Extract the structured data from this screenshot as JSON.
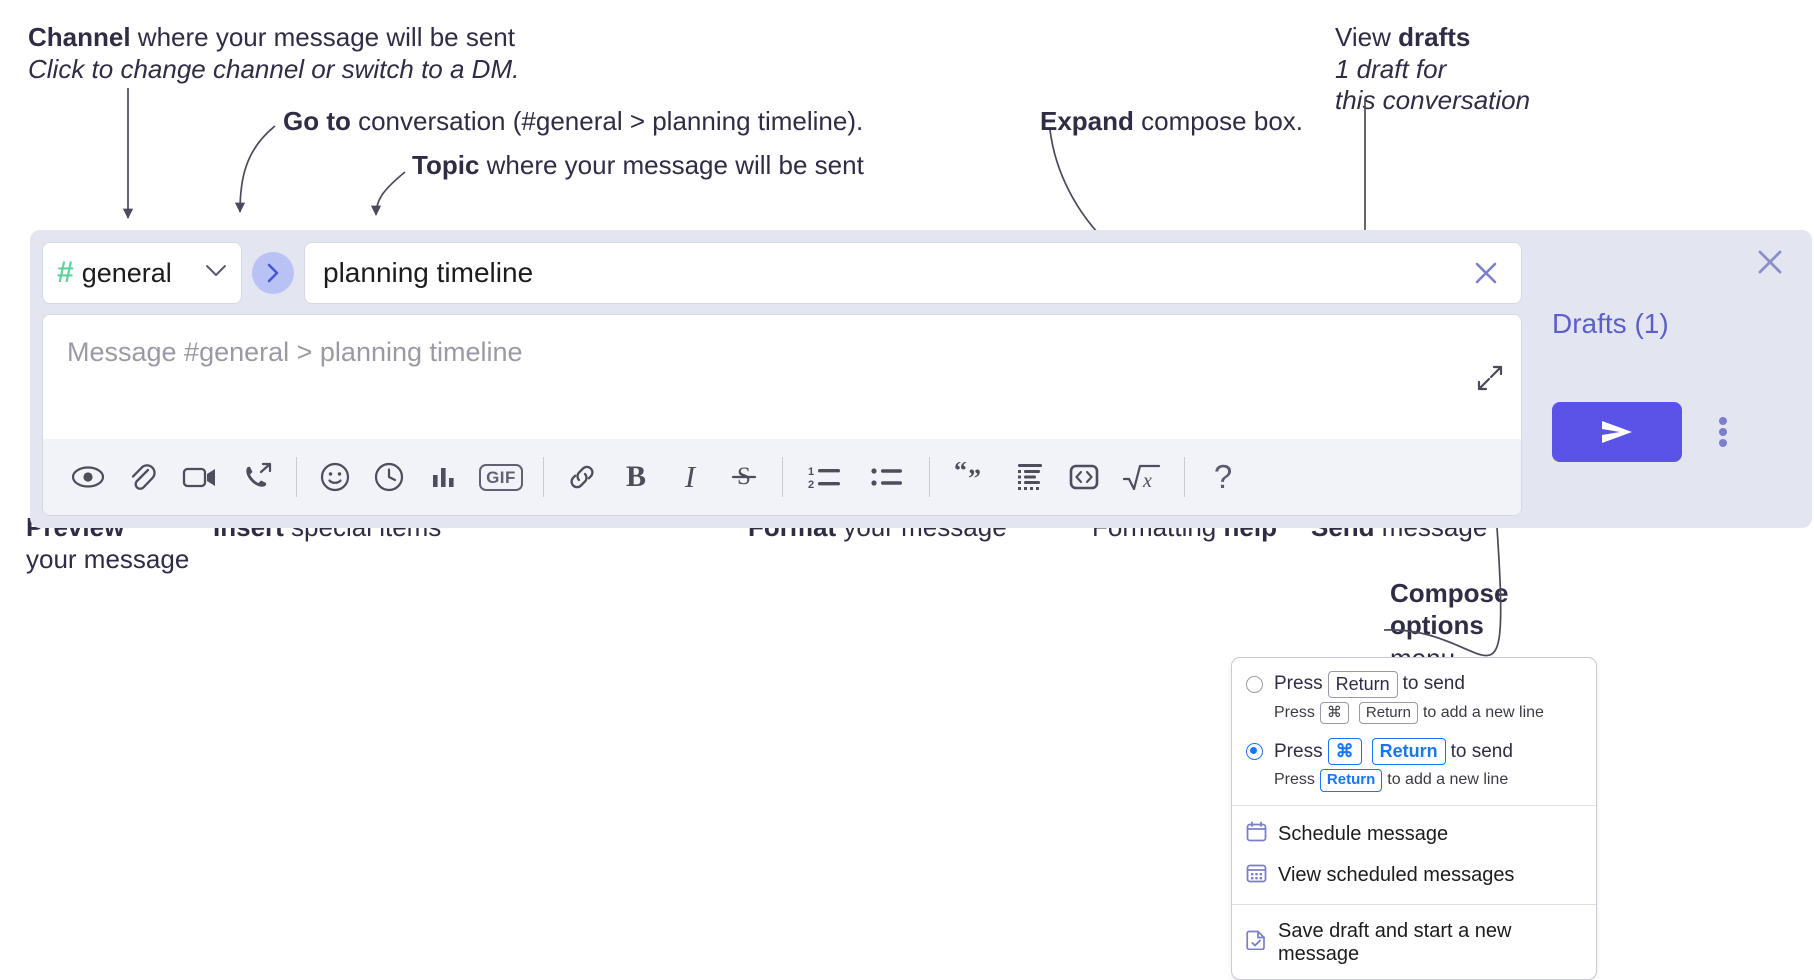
{
  "annotations": {
    "channel": {
      "bold": "Channel",
      "rest": " where your message will be sent",
      "sub": "Click to change channel or switch to a DM."
    },
    "goto": {
      "bold": "Go to",
      "rest": " conversation (#general > planning timeline)."
    },
    "topic": {
      "bold": "Topic",
      "rest": " where your message will be sent"
    },
    "expand": {
      "bold": "Expand",
      "rest": " compose box."
    },
    "drafts": {
      "pre": "View ",
      "bold": "drafts",
      "sub1": "1 draft for",
      "sub2": "this conversation"
    },
    "preview": {
      "bold": "Preview",
      "sub": "your message"
    },
    "insert": {
      "bold": "Insert",
      "rest": " special items"
    },
    "format": {
      "bold": "Format",
      "rest": " your message"
    },
    "help": {
      "pre": "Formatting ",
      "bold": "help"
    },
    "send": {
      "bold": "Send",
      "rest": " message"
    },
    "compose_options": {
      "bold1": "Compose",
      "bold2": "options",
      "rest": "menu"
    }
  },
  "compose": {
    "channel": {
      "hash": "#",
      "name": "general",
      "chevron": "chevron-down"
    },
    "goto_label": "go-to-conversation",
    "topic": {
      "value": "planning timeline",
      "clear": "clear-topic"
    },
    "message": {
      "placeholder": "Message #general > planning timeline",
      "value": ""
    },
    "expand_label": "expand-compose-box",
    "toolbar": [
      {
        "name": "preview-message-icon",
        "glyph": "eye",
        "group": "preview"
      },
      {
        "name": "attach-file-icon",
        "glyph": "paperclip",
        "group": "insert"
      },
      {
        "name": "video-clip-icon",
        "glyph": "video",
        "group": "insert"
      },
      {
        "name": "audio-clip-icon",
        "glyph": "phone-forward",
        "group": "insert"
      },
      {
        "name": "emoji-icon",
        "glyph": "smiley",
        "group": "insert"
      },
      {
        "name": "reminder-clock-icon",
        "glyph": "clock",
        "group": "insert"
      },
      {
        "name": "poll-icon",
        "glyph": "bars",
        "group": "insert"
      },
      {
        "name": "gif-icon",
        "glyph": "GIF",
        "group": "insert"
      },
      {
        "name": "link-icon",
        "glyph": "link",
        "group": "format"
      },
      {
        "name": "bold-icon",
        "glyph": "B",
        "group": "format"
      },
      {
        "name": "italic-icon",
        "glyph": "I",
        "group": "format"
      },
      {
        "name": "strikethrough-icon",
        "glyph": "S",
        "group": "format"
      },
      {
        "name": "ordered-list-icon",
        "glyph": "12-list",
        "group": "format"
      },
      {
        "name": "bulleted-list-icon",
        "glyph": "bullet-list",
        "group": "format"
      },
      {
        "name": "blockquote-icon",
        "glyph": "quote",
        "group": "format"
      },
      {
        "name": "code-block-icon",
        "glyph": "code-block",
        "group": "format"
      },
      {
        "name": "inline-code-icon",
        "glyph": "code",
        "group": "format"
      },
      {
        "name": "math-icon",
        "glyph": "sqrt-x",
        "group": "format"
      },
      {
        "name": "formatting-help-icon",
        "glyph": "?",
        "group": "help"
      }
    ],
    "drafts_link": "Drafts (1)",
    "drafts_close": "close-drafts",
    "send_label": "send-message",
    "more_label": "compose-options"
  },
  "options_menu": {
    "send_options": [
      {
        "selected": false,
        "main": [
          {
            "t": "Press"
          },
          {
            "k": "Return"
          },
          {
            "t": "to send"
          }
        ],
        "sub": [
          {
            "t": "Press"
          },
          {
            "k": "⌘"
          },
          {
            "k": "Return"
          },
          {
            "t": "to add a new line"
          }
        ]
      },
      {
        "selected": true,
        "main": [
          {
            "t": "Press"
          },
          {
            "k": "⌘",
            "blue": true
          },
          {
            "k": "Return",
            "blue": true
          },
          {
            "t": "to send"
          }
        ],
        "sub": [
          {
            "t": "Press"
          },
          {
            "k": "Return",
            "blue": true
          },
          {
            "t": "to add a new line"
          }
        ]
      }
    ],
    "items": [
      {
        "icon": "calendar-icon",
        "label": "Schedule message"
      },
      {
        "icon": "calendar-grid-icon",
        "label": "View scheduled messages"
      },
      {
        "icon": "save-draft-icon",
        "label": "Save draft and start a new message",
        "divider_before": true
      }
    ]
  },
  "colors": {
    "panel_bg": "#e3e5f1",
    "accent_send": "#5b53e8",
    "link": "#5b5fc7",
    "hash_green": "#5ed39e",
    "goto_circle": "#b9c2f4",
    "kbd_blue": "#1976f2",
    "text": "#2f2d44"
  }
}
